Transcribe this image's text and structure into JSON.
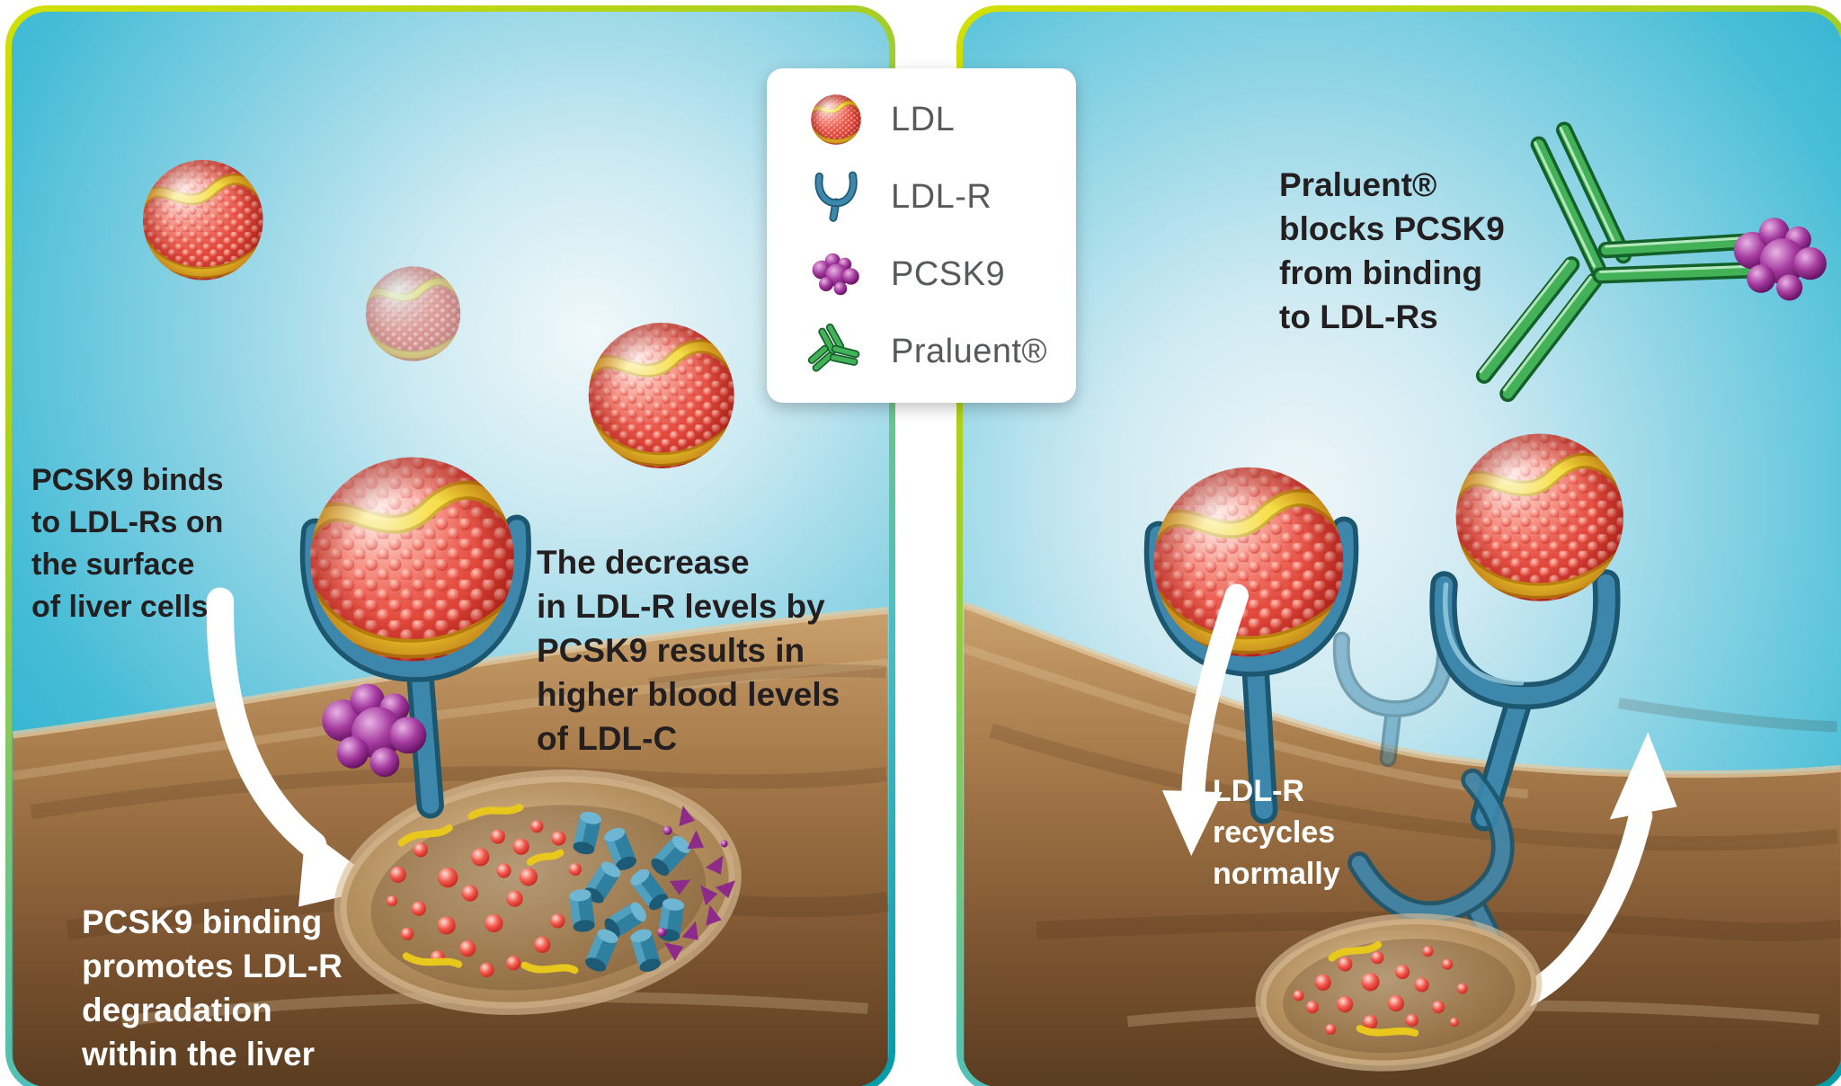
{
  "legend": {
    "items": [
      {
        "id": "ldl",
        "label": "LDL",
        "color": "#e0393c"
      },
      {
        "id": "ldl-r",
        "label": "LDL-R",
        "color": "#3d87ad"
      },
      {
        "id": "pcsk9",
        "label": "PCSK9",
        "color": "#93278f"
      },
      {
        "id": "praluent",
        "label": "Praluent®",
        "color": "#43b158"
      }
    ]
  },
  "left_panel": {
    "annotation_binds": "PCSK9 binds\nto LDL-Rs on\nthe surface\nof liver cells",
    "annotation_decrease": "The decrease\nin LDL-R levels by\nPCSK9 results in\nhigher blood levels\nof LDL-C",
    "annotation_degradation": "PCSK9 binding\npromotes LDL-R\ndegradation\nwithin the liver"
  },
  "right_panel": {
    "annotation_blocks": "Praluent®\nblocks PCSK9\nfrom binding\nto LDL-Rs",
    "annotation_recycles": "LDL-R\nrecycles\nnormally"
  },
  "colors": {
    "background_sky": "#1fadcd",
    "membrane_brown": "#7d5531",
    "frame_gradient_start": "#d3e000",
    "frame_gradient_end": "#009aa8",
    "annotation_dark": "#231f20",
    "annotation_light": "#ffffff",
    "legend_text": "#58595b"
  }
}
